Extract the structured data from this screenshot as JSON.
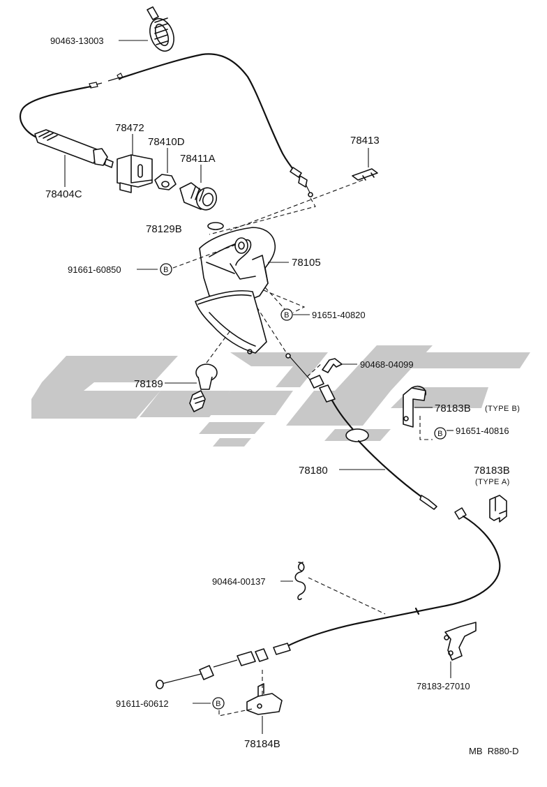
{
  "diagram_code": "MB  R880-D",
  "bolt_symbol": "B",
  "labels": {
    "clamp_90463": "90463-13003",
    "bracket_78472": "78472",
    "nut_78410d": "78410D",
    "knob_78411a": "78411A",
    "cable_78404c": "78404C",
    "clip_78413": "78413",
    "oring_78129b": "78129B",
    "bolt_91661": "91661-60850",
    "pedal_78105": "78105",
    "bolt_91651_40820": "91651-40820",
    "clip_90468": "90468-04099",
    "stopper_78189": "78189",
    "bracket_78183b_b": "78183B",
    "type_b": "(TYPE B)",
    "bolt_91651_40816": "91651-40816",
    "cable_78180": "78180",
    "bracket_78183b_a": "78183B",
    "type_a": "(TYPE A)",
    "clip_90464": "90464-00137",
    "bracket_78183_27010": "78183-27010",
    "bolt_91611": "91611-60612",
    "bracket_78184b": "78184B"
  },
  "colors": {
    "line": "#111111",
    "watermark": "#c8c8c8",
    "background": "#ffffff"
  }
}
